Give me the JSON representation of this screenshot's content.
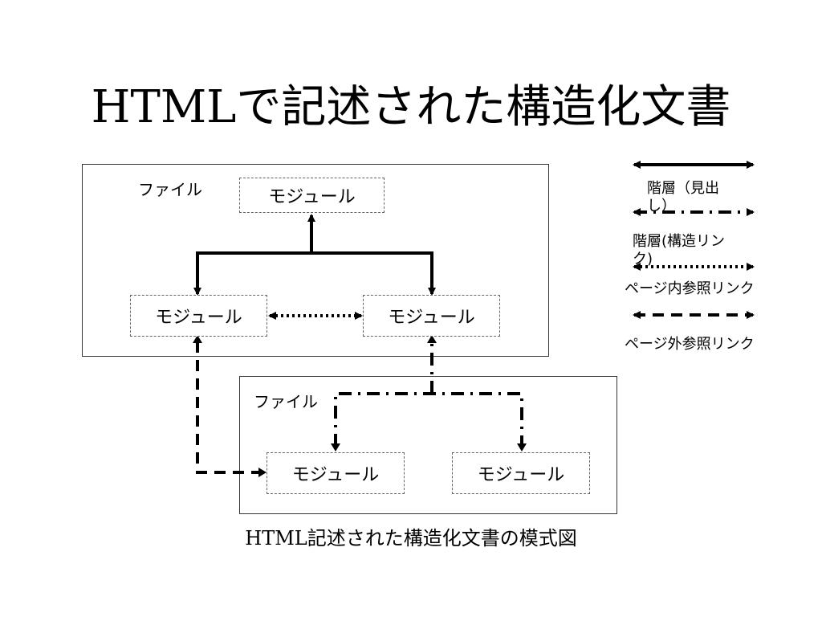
{
  "title": "HTMLで記述された構造化文書",
  "files": {
    "top_label": "ファイル",
    "bottom_label": "ファイル"
  },
  "modules": {
    "top_root": "モジュール",
    "top_left": "モジュール",
    "top_right": "モジュール",
    "bottom_left": "モジュール",
    "bottom_right": "モジュール"
  },
  "legend": {
    "hierarchy_heading": "階層（見出し）",
    "hierarchy_link": "階層(構造リンク)",
    "in_page_ref": "ページ内参照リンク",
    "out_page_ref": "ページ外参照リンク"
  },
  "caption": "HTML記述された構造化文書の模式図"
}
